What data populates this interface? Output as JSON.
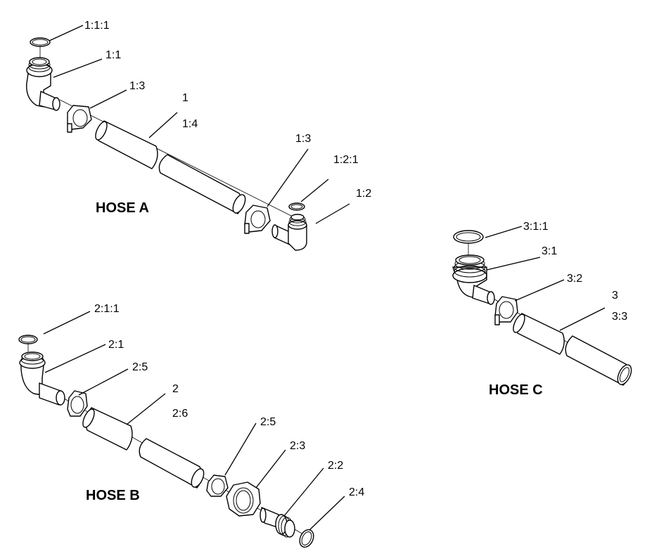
{
  "hoses": {
    "a": {
      "title": "HOSE A",
      "callouts": {
        "seal_top": "1:1:1",
        "elbow": "1:1",
        "clamp_left": "1:3",
        "assembly": "1",
        "hose": "1:4",
        "clamp_right": "1:3",
        "seal_end": "1:2:1",
        "elbow_end": "1:2"
      }
    },
    "b": {
      "title": "HOSE B",
      "callouts": {
        "seal_top": "2:1:1",
        "elbow": "2:1",
        "clamp_left": "2:5",
        "assembly": "2",
        "hose": "2:6",
        "clamp_right": "2:5",
        "nut": "2:3",
        "fitting": "2:2",
        "seal_end": "2:4"
      }
    },
    "c": {
      "title": "HOSE C",
      "callouts": {
        "seal_top": "3:1:1",
        "elbow": "3:1",
        "clamp": "3:2",
        "assembly": "3",
        "hose": "3:3"
      }
    }
  }
}
